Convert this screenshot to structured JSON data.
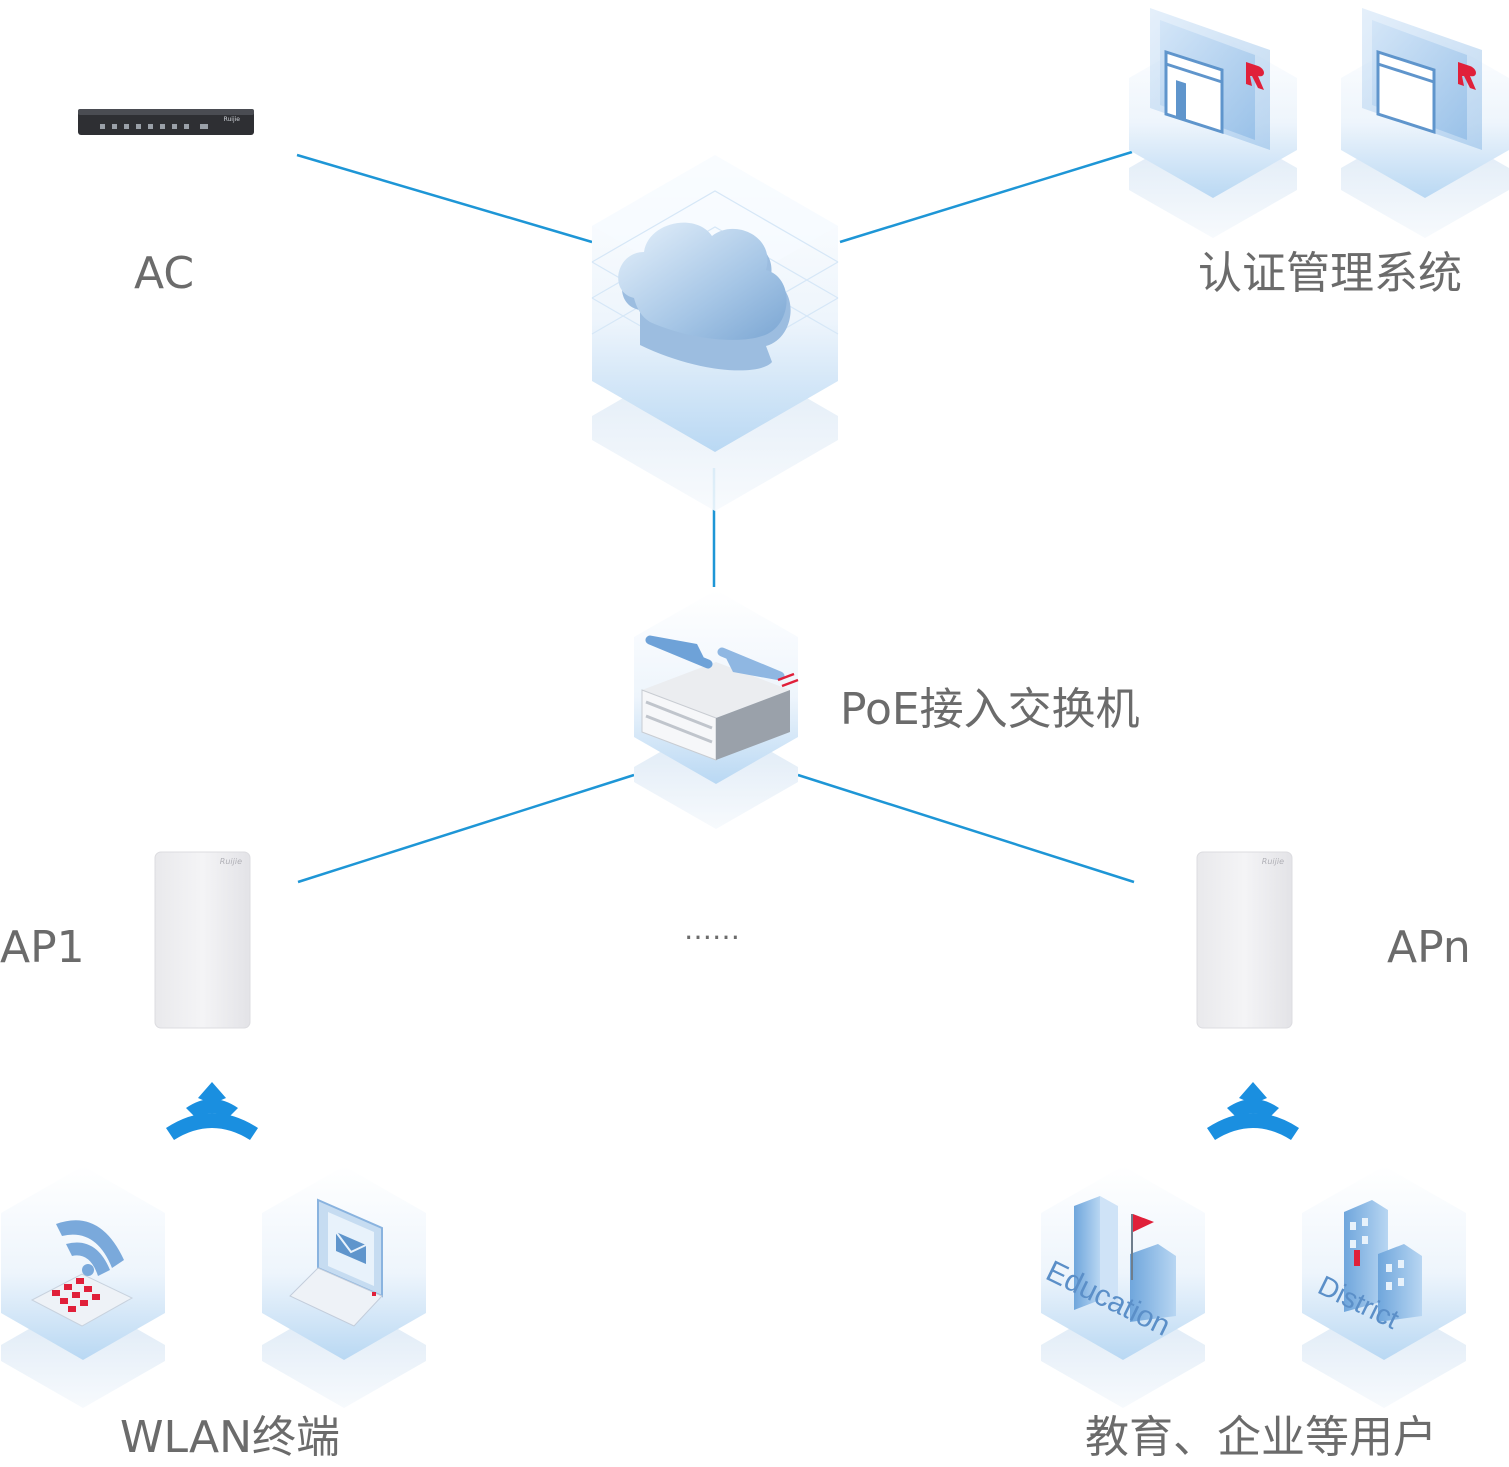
{
  "labels": {
    "ac": "AC",
    "auth_system": "认证管理系统",
    "poe_switch": "PoE接入交换机",
    "ap1": "AP1",
    "apn": "APn",
    "ellipsis": "……",
    "wlan_terminals": "WLAN终端",
    "users": "教育、企业等用户"
  },
  "device_marks": {
    "brand": "Ruijie",
    "education_text": "Education",
    "district_text": "District"
  },
  "colors": {
    "link_line": "#1e96d6",
    "wifi_signal": "#1a8fe0",
    "label_text": "#6b6b6b",
    "tile_blue": "#7fb8ea",
    "accent_red": "#e0203a"
  },
  "icons": {
    "cloud": "cloud-icon",
    "switch": "switch-icon",
    "server": "server-window-icon",
    "phone": "phone-icon",
    "laptop": "laptop-mail-icon",
    "education": "education-building-icon",
    "district": "district-building-icon",
    "wifi": "wifi-icon",
    "ac_device": "ac-controller-icon",
    "access_point": "access-point-icon"
  }
}
